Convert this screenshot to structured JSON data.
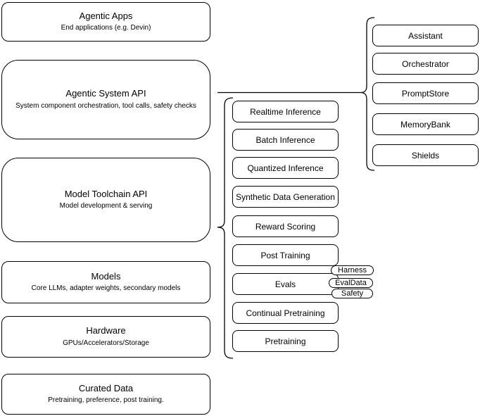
{
  "diagram": {
    "stack": [
      {
        "title": "Agentic Apps",
        "subtitle": "End applications (e.g. Devin)"
      },
      {
        "title": "Agentic System API",
        "subtitle": "System component orchestration, tool calls, safety checks"
      },
      {
        "title": "Model Toolchain API",
        "subtitle": "Model development & serving"
      },
      {
        "title": "Models",
        "subtitle": "Core LLMs, adapter weights, secondary models"
      },
      {
        "title": "Hardware",
        "subtitle": "GPUs/Accelerators/Storage"
      },
      {
        "title": "Curated Data",
        "subtitle": "Pretraining, preference, post training."
      }
    ],
    "toolchain_services": [
      {
        "label": "Realtime Inference"
      },
      {
        "label": "Batch Inference"
      },
      {
        "label": "Quantized Inference"
      },
      {
        "label": "Synthetic Data Generation"
      },
      {
        "label": "Reward Scoring"
      },
      {
        "label": "Post Training"
      },
      {
        "label": "Evals"
      },
      {
        "label": "Continual Pretraining"
      },
      {
        "label": "Pretraining"
      }
    ],
    "eval_components": [
      {
        "label": "Harness"
      },
      {
        "label": "EvalData"
      },
      {
        "label": "Safety"
      }
    ],
    "system_components": [
      {
        "label": "Assistant"
      },
      {
        "label": "Orchestrator"
      },
      {
        "label": "PromptStore"
      },
      {
        "label": "MemoryBank"
      },
      {
        "label": "Shields"
      }
    ],
    "colors": {
      "node_fill": "#ffffff",
      "node_border": "#000000",
      "text": "#000000",
      "background": "#ffffff"
    }
  }
}
